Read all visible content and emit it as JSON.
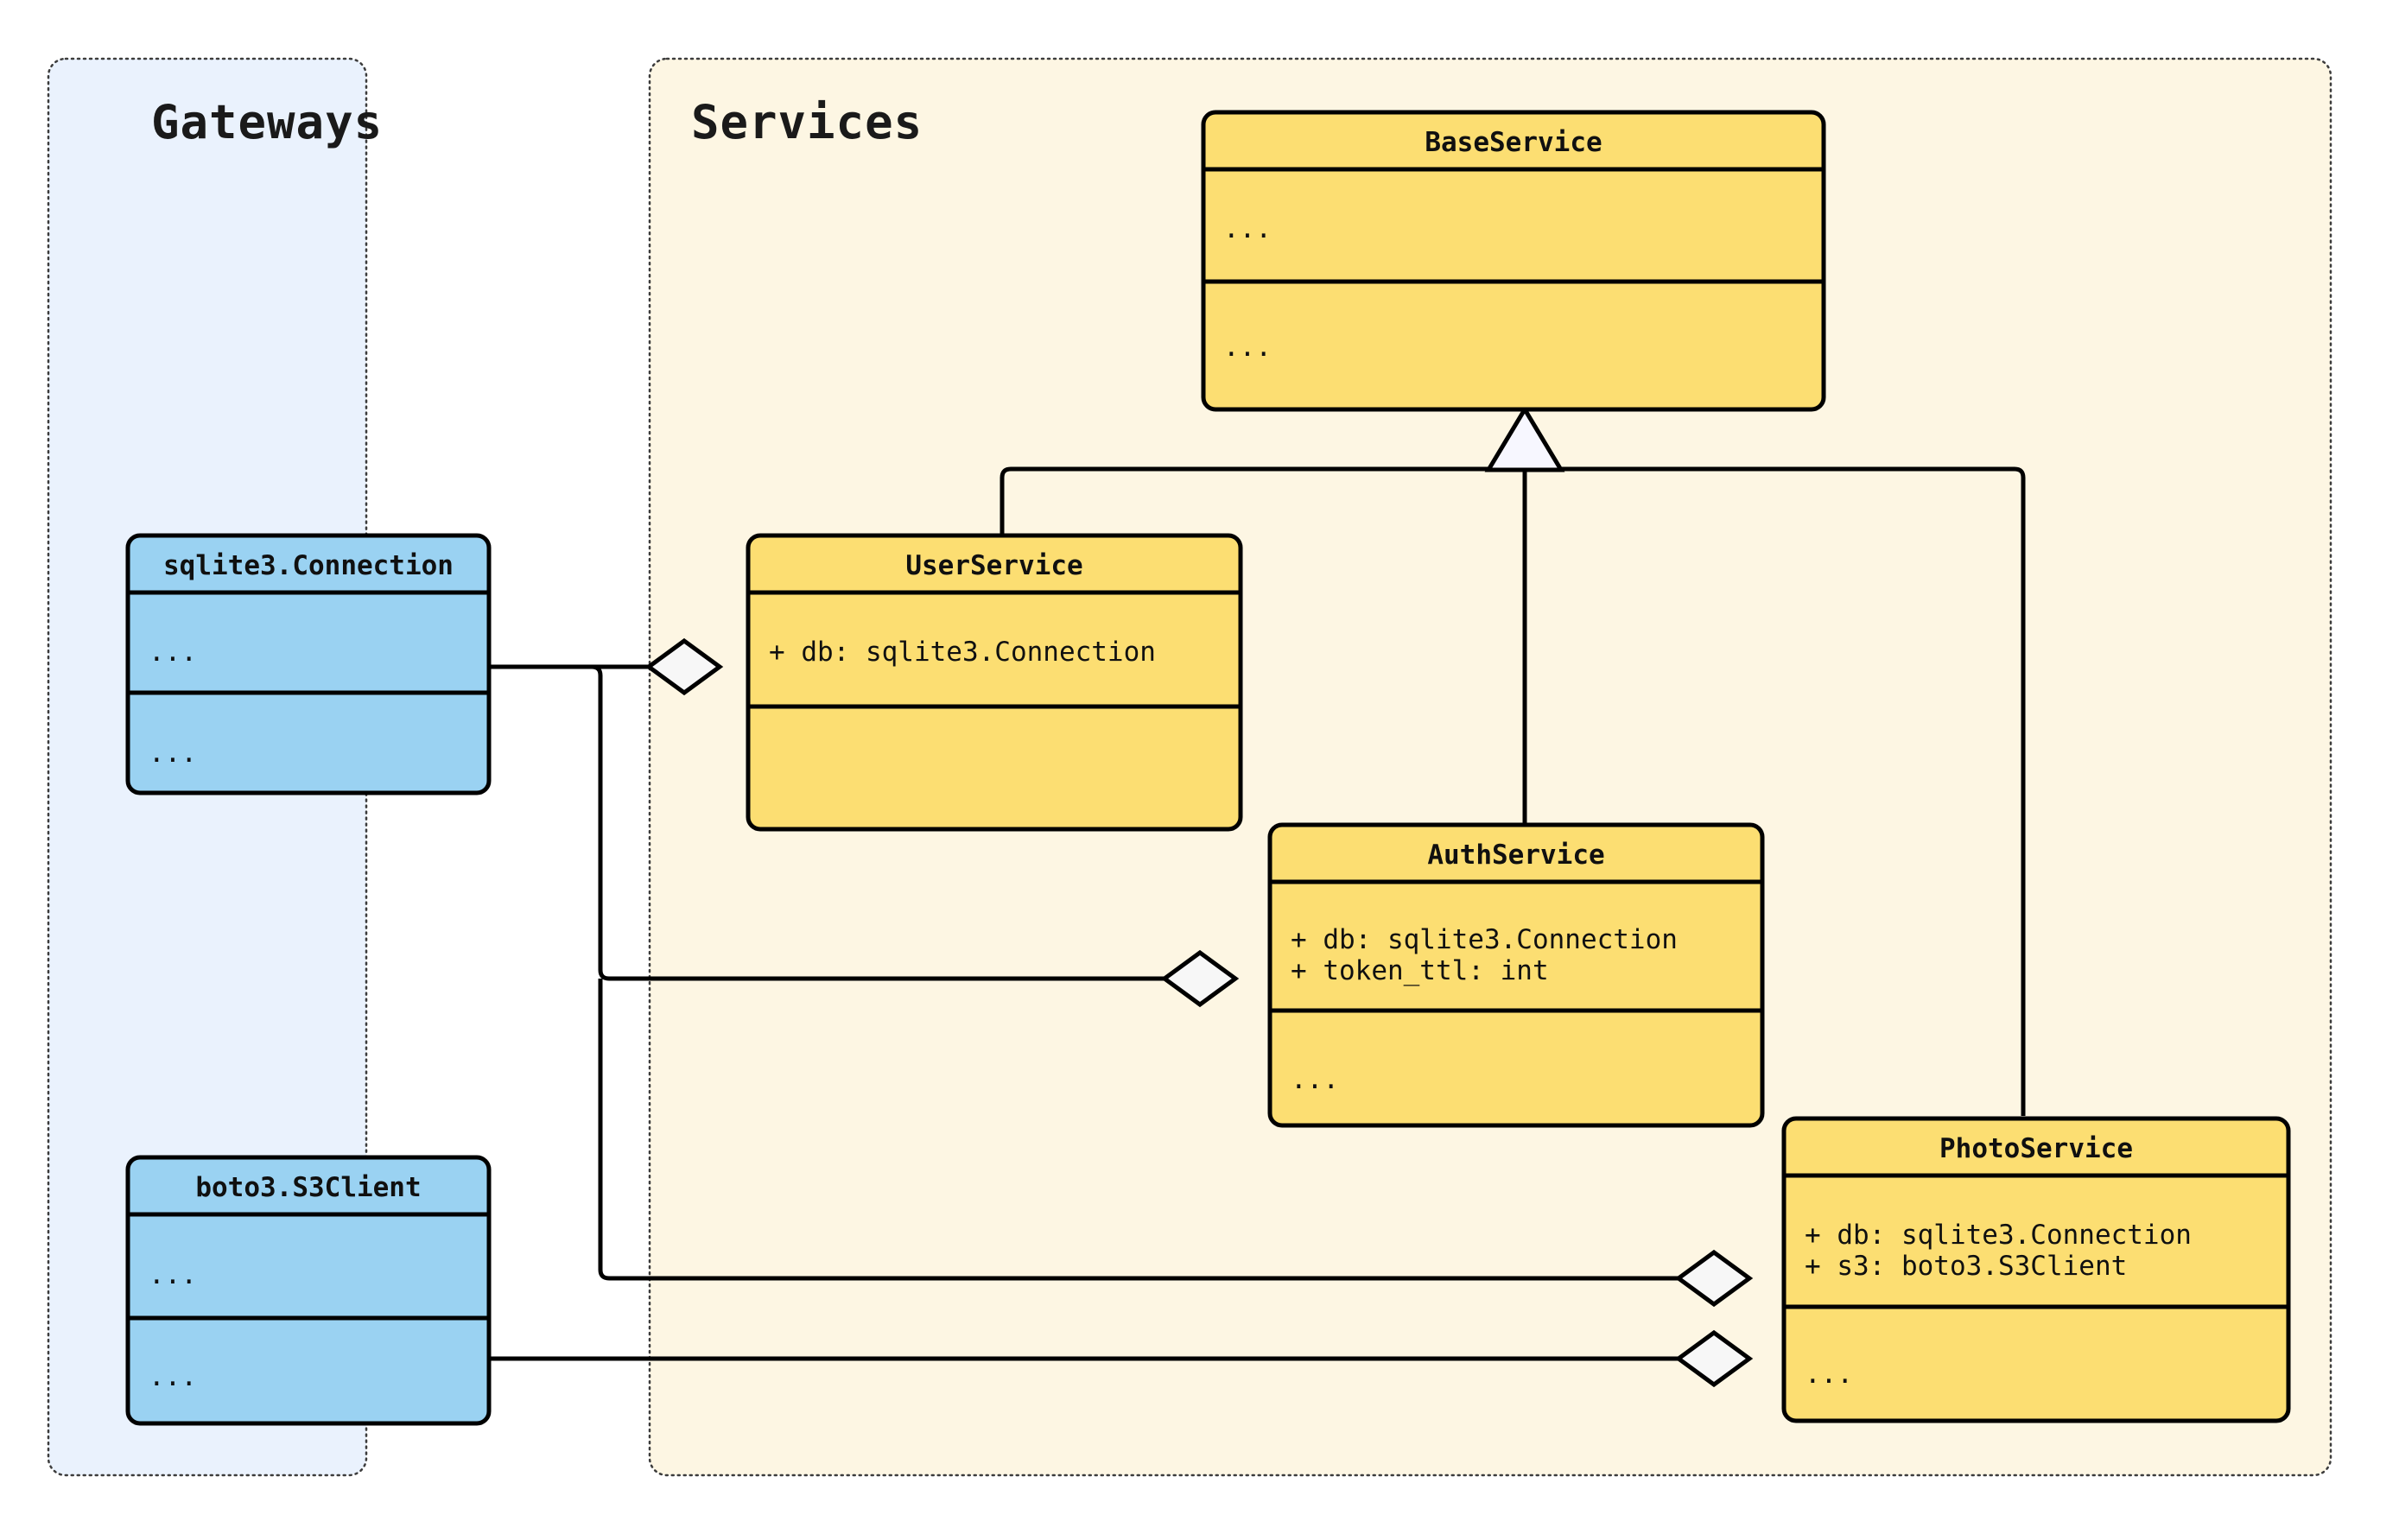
{
  "diagram": {
    "type": "uml-class-diagram",
    "packages": [
      {
        "id": "gateways",
        "label": "Gateways",
        "fill": "#eaf2fd",
        "classes": [
          "sqlite3_connection",
          "boto3_s3client"
        ]
      },
      {
        "id": "services",
        "label": "Services",
        "fill": "#fdf6e3",
        "classes": [
          "baseservice",
          "userservice",
          "authservice",
          "photoservice"
        ]
      }
    ],
    "classes": [
      {
        "id": "baseservice",
        "name": "BaseService",
        "fill": "#fcde72",
        "attributes": [
          "..."
        ],
        "methods": [
          "..."
        ]
      },
      {
        "id": "userservice",
        "name": "UserService",
        "fill": "#fcde72",
        "attributes": [
          "+ db: sqlite3.Connection"
        ],
        "methods": [
          ""
        ]
      },
      {
        "id": "authservice",
        "name": "AuthService",
        "fill": "#fcde72",
        "attributes": [
          "+ db: sqlite3.Connection",
          "+ token_ttl: int"
        ],
        "methods": [
          "..."
        ]
      },
      {
        "id": "photoservice",
        "name": "PhotoService",
        "fill": "#fcde72",
        "attributes": [
          "+ db: sqlite3.Connection",
          "+ s3: boto3.S3Client"
        ],
        "methods": [
          "..."
        ]
      },
      {
        "id": "sqlite3_connection",
        "name": "sqlite3.Connection",
        "fill": "#9ad2f2",
        "attributes": [
          "..."
        ],
        "methods": [
          "..."
        ]
      },
      {
        "id": "boto3_s3client",
        "name": "boto3.S3Client",
        "fill": "#9ad2f2",
        "attributes": [
          "..."
        ],
        "methods": [
          "..."
        ]
      }
    ],
    "relations": [
      {
        "kind": "inheritance",
        "from": "userservice",
        "to": "baseservice"
      },
      {
        "kind": "inheritance",
        "from": "authservice",
        "to": "baseservice"
      },
      {
        "kind": "inheritance",
        "from": "photoservice",
        "to": "baseservice"
      },
      {
        "kind": "aggregation",
        "from": "sqlite3_connection",
        "to": "userservice"
      },
      {
        "kind": "aggregation",
        "from": "sqlite3_connection",
        "to": "authservice"
      },
      {
        "kind": "aggregation",
        "from": "sqlite3_connection",
        "to": "photoservice"
      },
      {
        "kind": "aggregation",
        "from": "boto3_s3client",
        "to": "photoservice"
      }
    ]
  }
}
